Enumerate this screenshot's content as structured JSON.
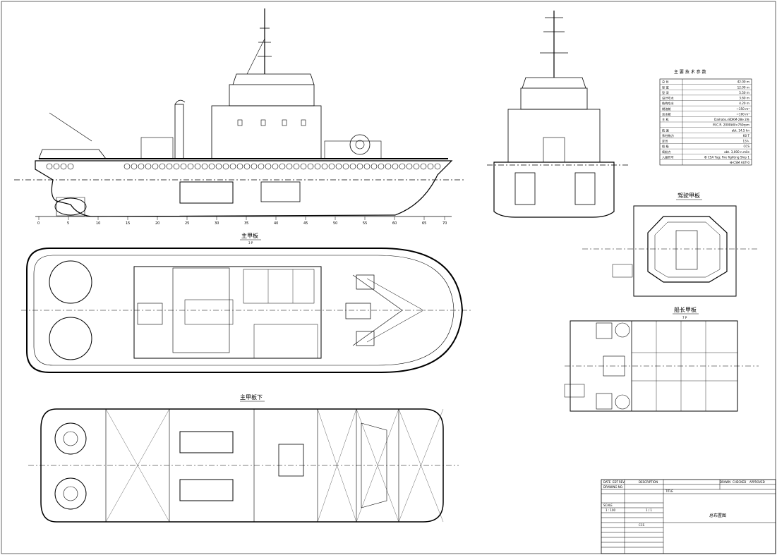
{
  "drawing": {
    "title": "总布置图",
    "line_color": "#000000",
    "fill_color": "#ffffff"
  },
  "views": {
    "main_deck_title": "主甲板",
    "main_deck_sub": "3 P",
    "below_deck_title": "主甲板下",
    "wheelhouse_title": "驾驶甲板",
    "captain_deck_title": "船长甲板",
    "captain_deck_sub": "7 P"
  },
  "particulars": {
    "title": "主 要 技 术 参 数",
    "rows": [
      {
        "k": "总  长",
        "v": "42.00 m"
      },
      {
        "k": "型  宽",
        "v": "12.00 m"
      },
      {
        "k": "型  深",
        "v": "5.50 m"
      },
      {
        "k": "设计吃水",
        "v": "3.60 m"
      },
      {
        "k": "结构吃水",
        "v": "4.20 m"
      },
      {
        "k": "燃油舱",
        "v": "~350 m³"
      },
      {
        "k": "淡水舱",
        "v": "~100 m³"
      },
      {
        "k": "主  机",
        "v": "Daihatsu 8DKM-28e 2台"
      },
      {
        "k": "",
        "v": "M.C.R. 2000kW×750rpm"
      },
      {
        "k": "航  速",
        "v": "abt. 14.5 kn"
      },
      {
        "k": "系柱拖力",
        "v": "60 T"
      },
      {
        "k": "定员",
        "v": "13人"
      },
      {
        "k": "船  级",
        "v": "CCS"
      },
      {
        "k": "续航力",
        "v": "abt. 3,000 n.mile"
      },
      {
        "k": "入级符号",
        "v": "✠ CSA  Tug; Fire fighting Ship 1"
      },
      {
        "k": "",
        "v": "✠ CSM  AUT-0"
      }
    ]
  },
  "frame_numbers": [
    "0",
    "5",
    "10",
    "15",
    "20",
    "25",
    "30",
    "35",
    "40",
    "45",
    "50",
    "55",
    "60",
    "65",
    "70"
  ],
  "title_block": {
    "header": [
      "DATE",
      "EDT",
      "REV",
      "DESCRIPTION",
      "DRAWN",
      "CHECKED",
      "APPROVED"
    ],
    "drawing_no_label": "DRAWING NO.",
    "scale_label": "SCALE",
    "scale": "1 : 100",
    "sheet": "1 / 1",
    "class": "CCS",
    "title_label": "TITLE",
    "drawing_title": "总布置图"
  }
}
